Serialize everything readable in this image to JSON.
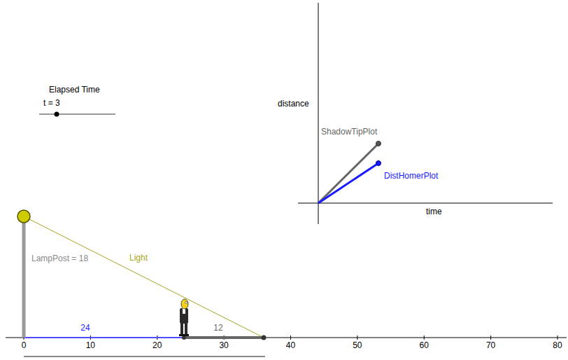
{
  "diagram": {
    "labels": [
      "Elapsed Time",
      "t = 3",
      "distance",
      "ShadowTipPlot",
      "DistHomerPlot",
      "time",
      "LampPost = 18",
      "Light",
      "24",
      "12",
      "0",
      "10",
      "20",
      "30",
      "40",
      "50",
      "60",
      "70",
      "80"
    ]
  }
}
